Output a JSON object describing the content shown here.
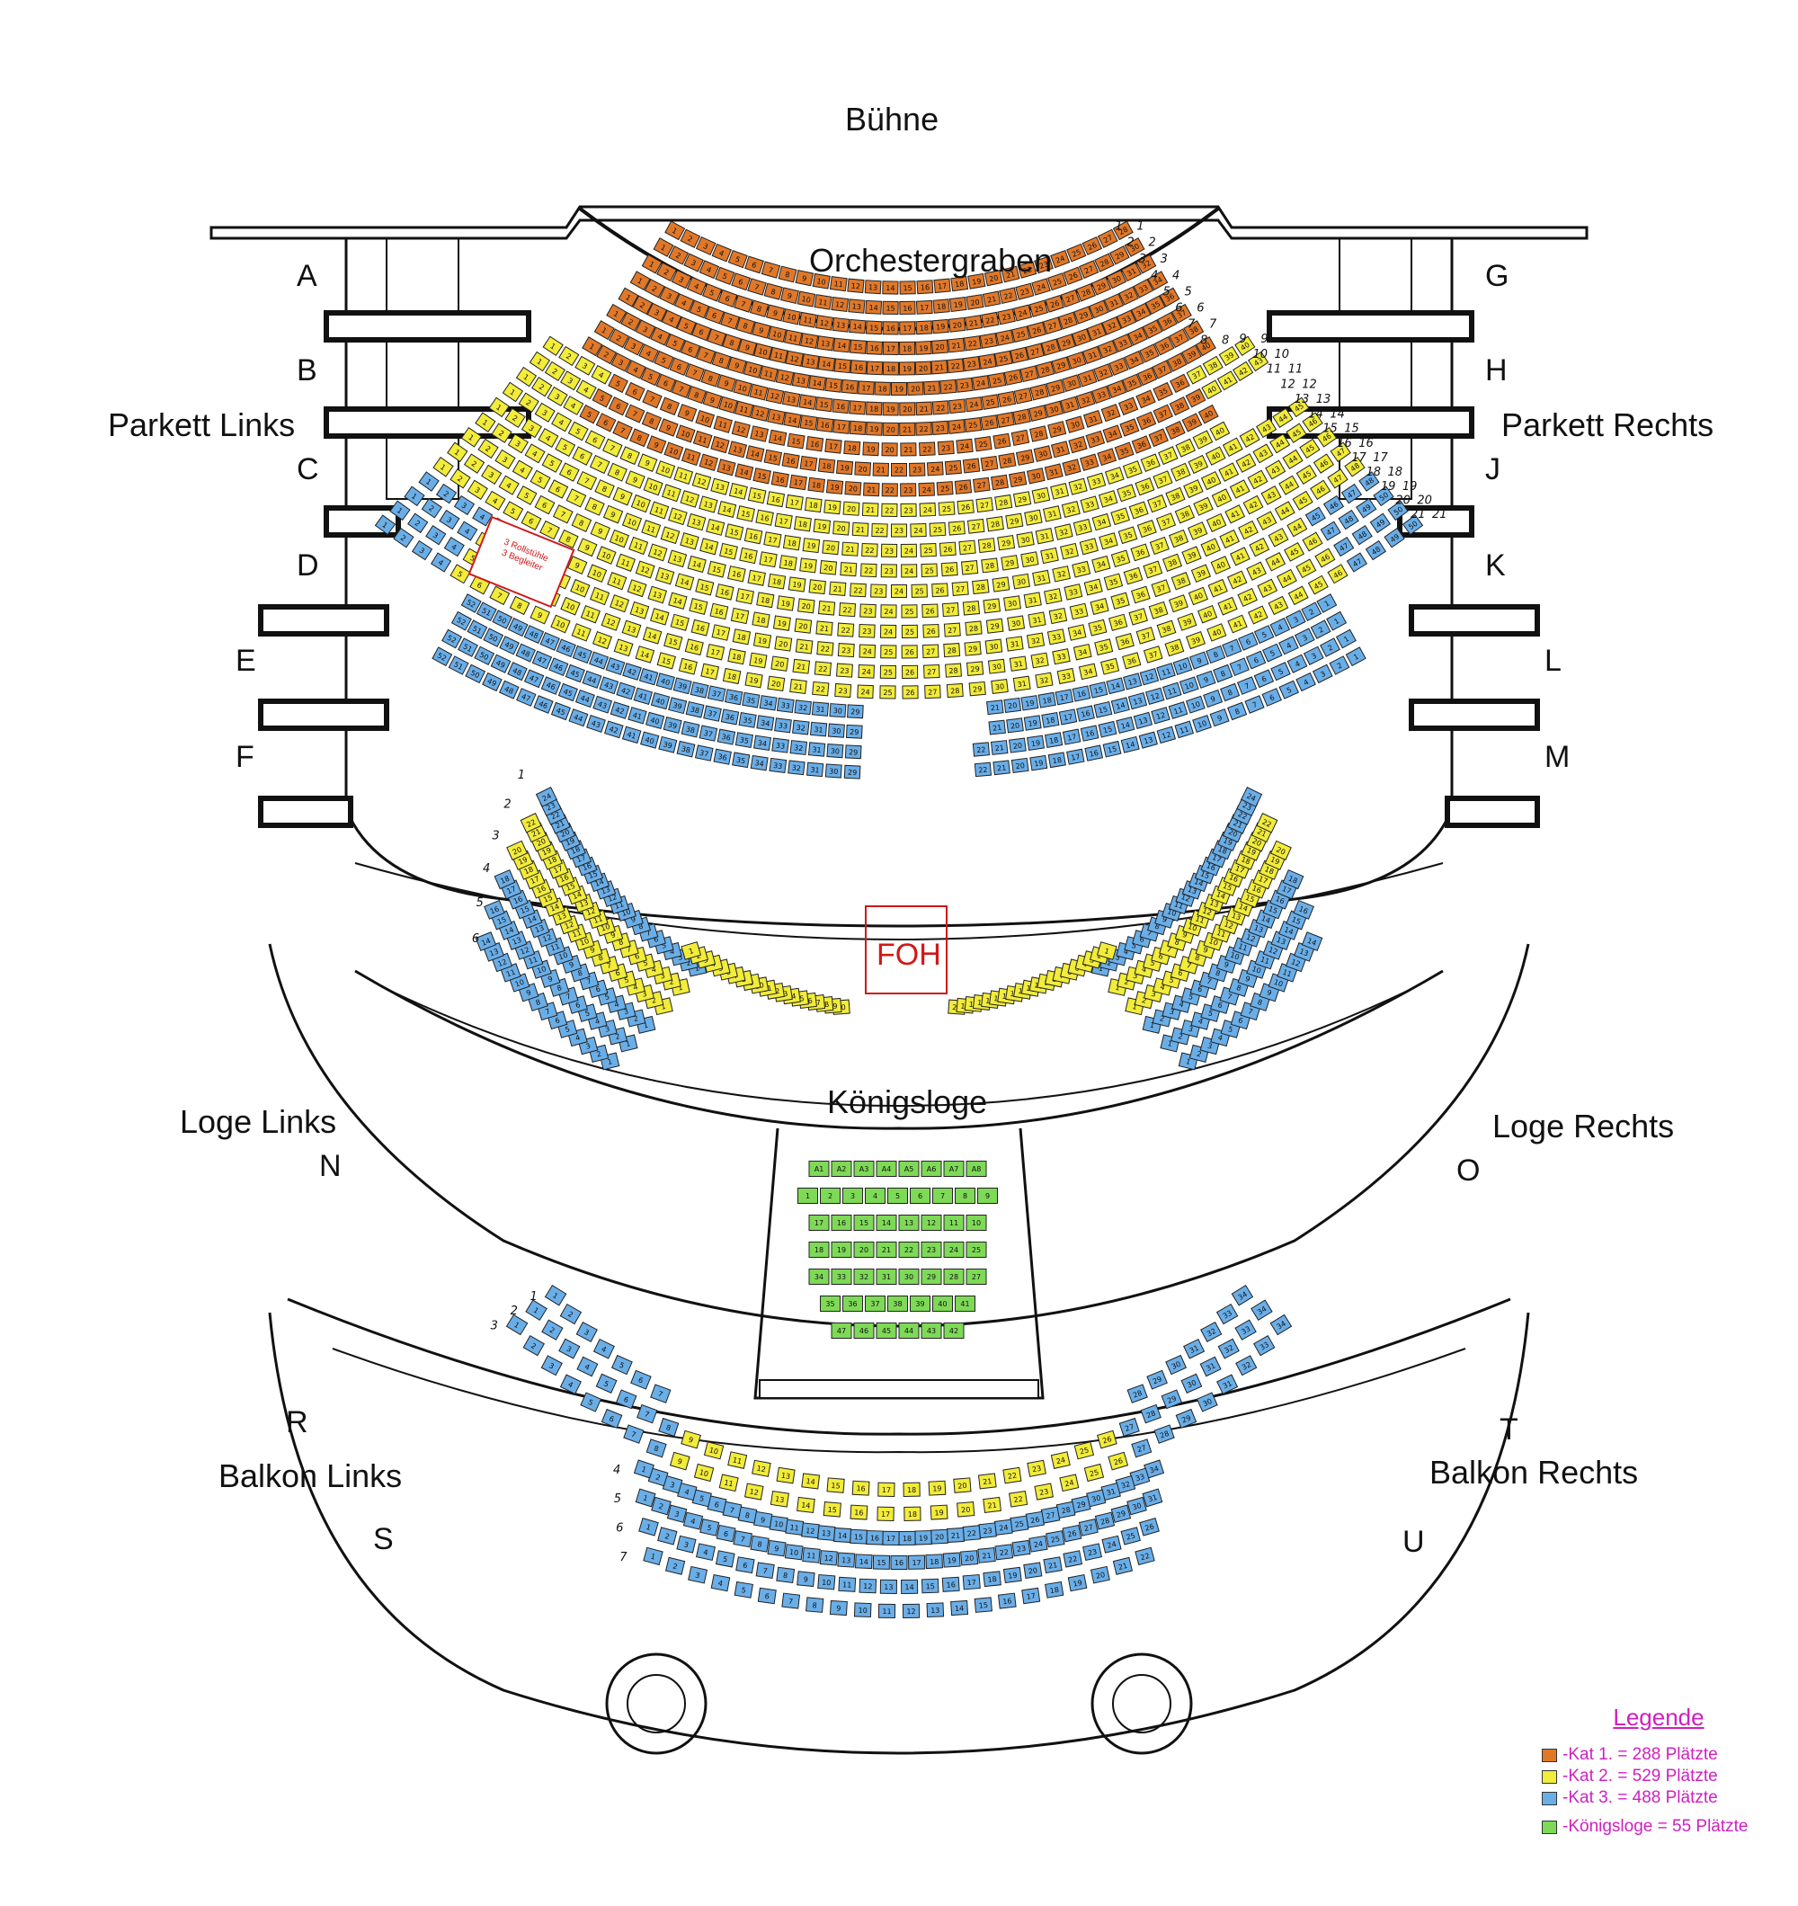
{
  "labels": {
    "stage": "Bühne",
    "orchestra_pit": "Orchestergraben",
    "parkett_left": "Parkett Links",
    "parkett_right": "Parkett Rechts",
    "loge_left": "Loge Links",
    "loge_right": "Loge Rechts",
    "koenigsloge": "Königsloge",
    "balkon_left": "Balkon Links",
    "balkon_right": "Balkon Rechts",
    "foh": "FOH",
    "wheelchair_line1": "3 Rollstühle",
    "wheelchair_line2": "3 Begleiter"
  },
  "doors": {
    "A": "A",
    "B": "B",
    "C": "C",
    "D": "D",
    "E": "E",
    "F": "F",
    "G": "G",
    "H": "H",
    "J": "J",
    "K": "K",
    "L": "L",
    "M": "M",
    "N": "N",
    "O": "O",
    "R": "R",
    "S": "S",
    "T": "T",
    "U": "U"
  },
  "legend": {
    "title": "Legende",
    "items": [
      {
        "label": "-Kat 1. = 288 Plätzte",
        "color": "#e0782a"
      },
      {
        "label": "-Kat 2. = 529 Plätzte",
        "color": "#f2ec3a"
      },
      {
        "label": "-Kat 3. = 488 Plätzte",
        "color": "#6aaee8"
      },
      {
        "label": "-Königsloge = 55 Plätzte",
        "color": "#7ed957"
      }
    ]
  },
  "colors": {
    "kat1": "#e0782a",
    "kat2": "#f2ec3a",
    "kat3": "#6aaee8",
    "koenigsloge": "#7ed957",
    "wheelchair": "#d01818",
    "legend_text": "#d020c0"
  },
  "parkett_rows": [
    {
      "row": 1,
      "kat": [
        "1"
      ]
    },
    {
      "row": 2,
      "kat": [
        "1"
      ]
    },
    {
      "row": 3,
      "kat": [
        "1"
      ]
    },
    {
      "row": 4,
      "kat": [
        "1"
      ]
    },
    {
      "row": 5,
      "kat": [
        "1"
      ]
    },
    {
      "row": 6,
      "kat": [
        "1"
      ]
    },
    {
      "row": 7,
      "kat": [
        "1"
      ]
    },
    {
      "row": 8,
      "kat": [
        "1"
      ]
    },
    {
      "row": 9,
      "kat": [
        "2",
        "1",
        "2"
      ]
    },
    {
      "row": 10,
      "kat": [
        "2",
        "1",
        "2"
      ]
    },
    {
      "row": 11,
      "kat": [
        "2",
        "1",
        "2"
      ]
    },
    {
      "row": 12,
      "kat": [
        "2"
      ]
    },
    {
      "row": 13,
      "kat": [
        "2"
      ]
    },
    {
      "row": 14,
      "kat": [
        "2"
      ]
    },
    {
      "row": 15,
      "kat": [
        "2"
      ]
    },
    {
      "row": 16,
      "kat": [
        "2"
      ]
    },
    {
      "row": 17,
      "kat": [
        "2"
      ]
    },
    {
      "row": 18,
      "kat": [
        "3",
        "2",
        "3"
      ]
    },
    {
      "row": 19,
      "kat": [
        "3",
        "2",
        "3"
      ]
    },
    {
      "row": 20,
      "kat": [
        "3",
        "2",
        "3"
      ]
    },
    {
      "row": 21,
      "kat": [
        "3",
        "2",
        "3"
      ]
    }
  ],
  "koenigsloge_rows": [
    [
      "A1",
      "A2",
      "A3",
      "A4",
      "A5",
      "A6",
      "A7",
      "A8"
    ],
    [
      "1",
      "2",
      "3",
      "4",
      "5",
      "6",
      "7",
      "8",
      "9"
    ],
    [
      "17",
      "16",
      "15",
      "14",
      "13",
      "12",
      "11",
      "10"
    ],
    [
      "18",
      "19",
      "20",
      "21",
      "22",
      "23",
      "24",
      "25"
    ],
    [
      "34",
      "33",
      "32",
      "31",
      "30",
      "29",
      "28",
      "27"
    ],
    [
      "35",
      "36",
      "37",
      "38",
      "39",
      "40",
      "41"
    ],
    [
      "47",
      "46",
      "45",
      "44",
      "43",
      "42"
    ]
  ],
  "loge_row_numbers": [
    "1",
    "2",
    "3",
    "4",
    "5",
    "6"
  ],
  "balkon_row_numbers": [
    "1",
    "2",
    "3",
    "4",
    "5",
    "6",
    "7"
  ]
}
